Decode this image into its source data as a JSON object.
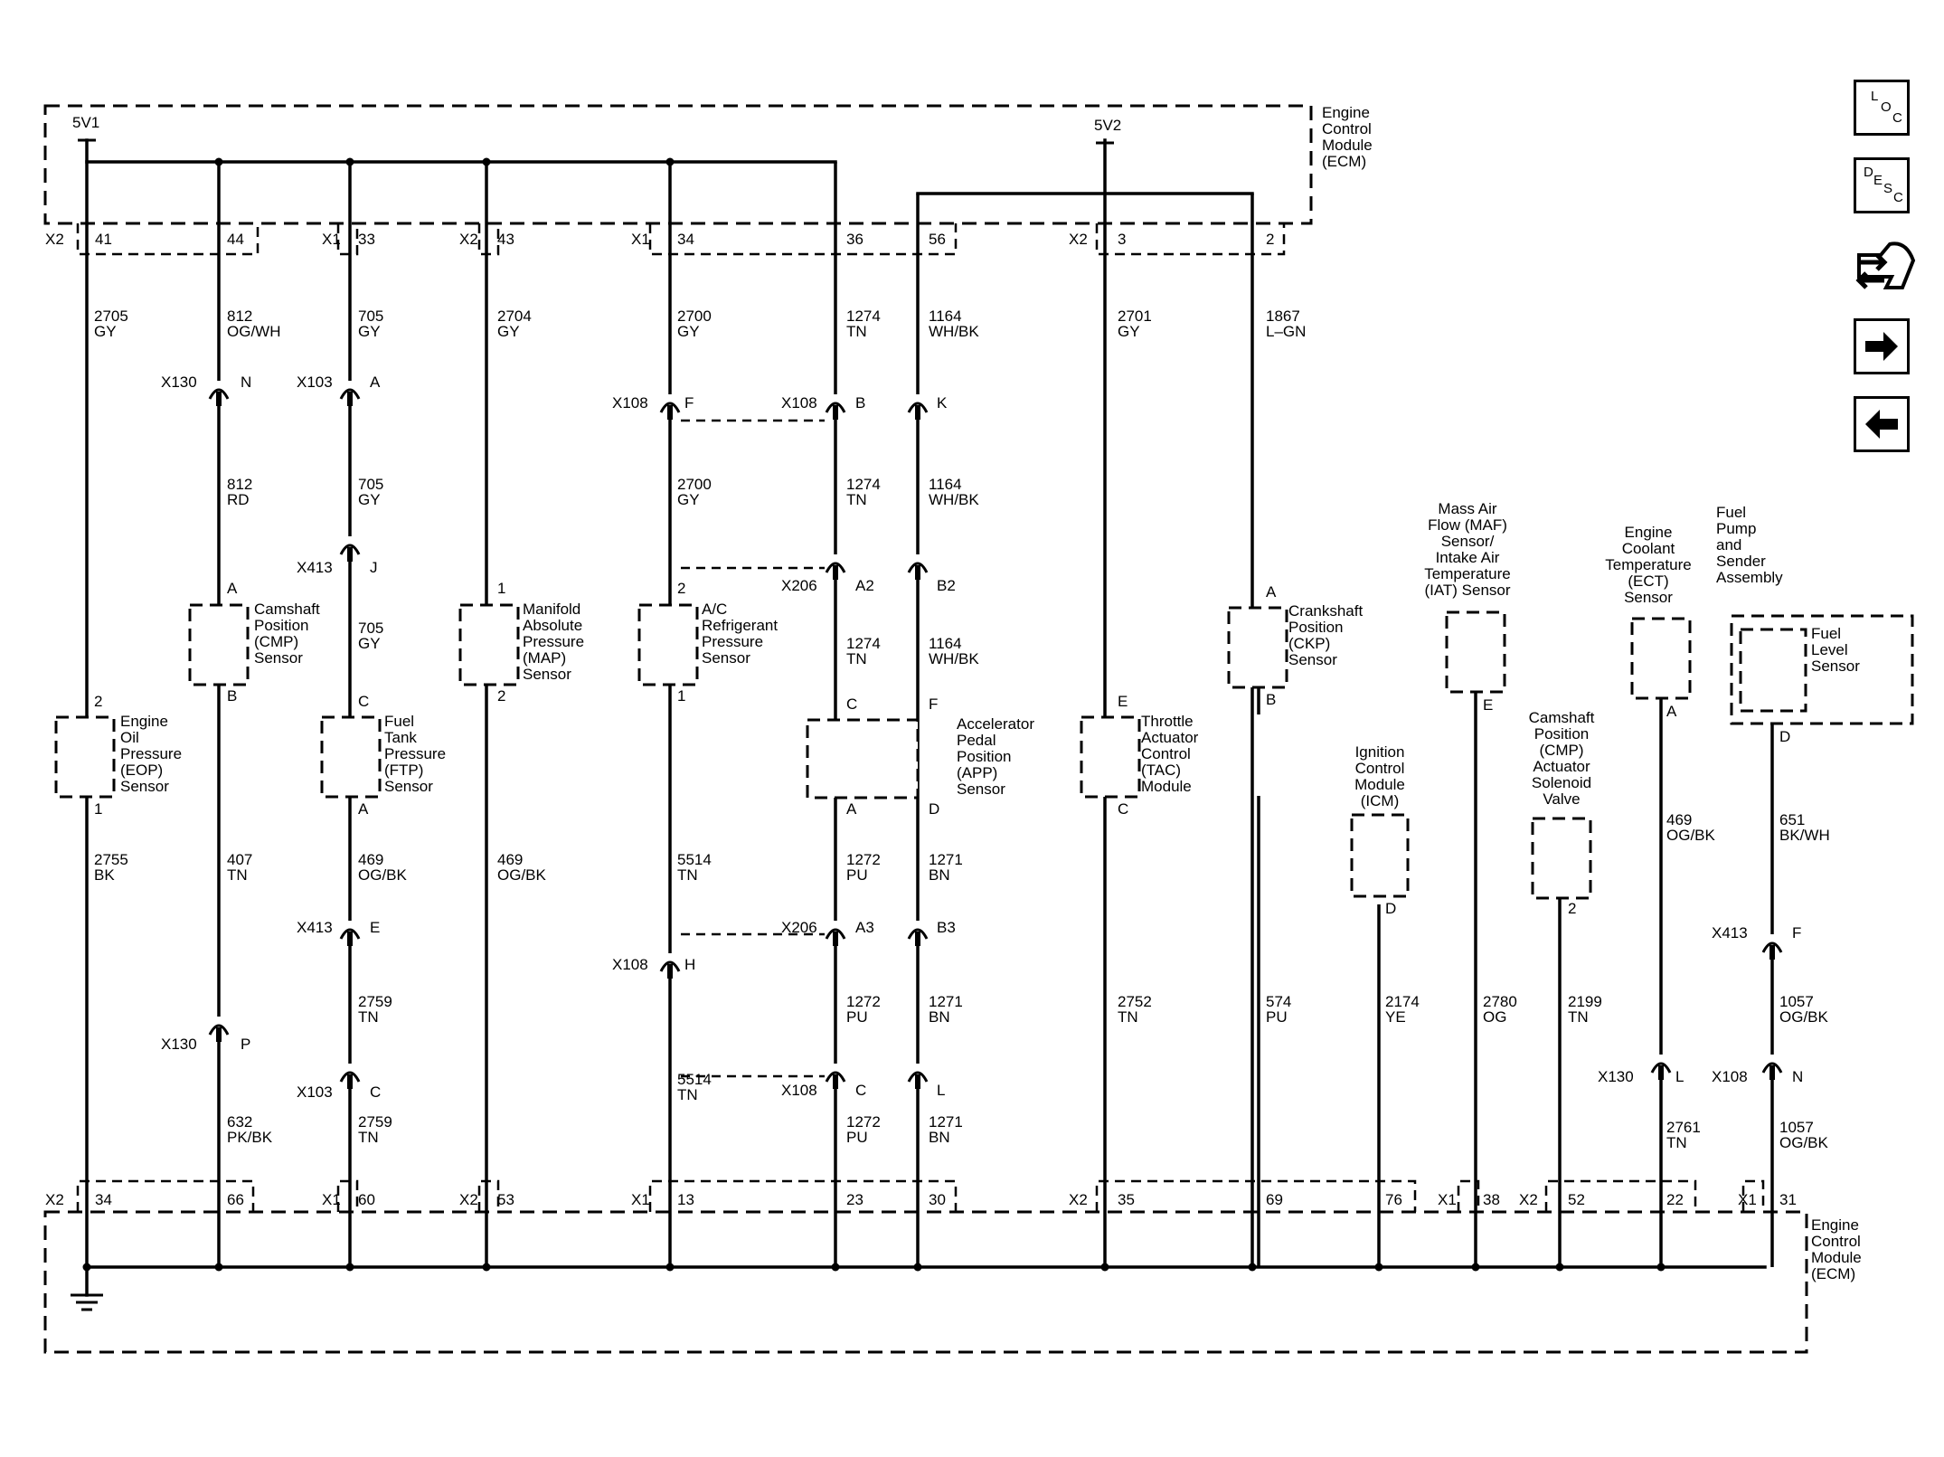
{
  "ecm": {
    "top_lines": [
      "Engine",
      "Control",
      "Module",
      "(ECM)"
    ],
    "bottom_lines": [
      "Engine",
      "Control",
      "Module",
      "(ECM)"
    ],
    "supply_1": "5V1",
    "supply_2": "5V2"
  },
  "top_connectors": [
    {
      "label": "X2",
      "pins": [
        "41",
        "44"
      ]
    },
    {
      "label": "X1",
      "pins": [
        "33"
      ]
    },
    {
      "label": "X2",
      "pins": [
        "43"
      ]
    },
    {
      "label": "X1",
      "pins": [
        "34",
        "36",
        "56"
      ]
    },
    {
      "label": "X2",
      "pins": [
        "3",
        "2"
      ]
    }
  ],
  "bottom_connectors": [
    {
      "label": "X2",
      "pins": [
        "34",
        "66"
      ]
    },
    {
      "label": "X1",
      "pins": [
        "60"
      ]
    },
    {
      "label": "X2",
      "pins": [
        "53"
      ]
    },
    {
      "label": "X1",
      "pins": [
        "13",
        "23",
        "30"
      ]
    },
    {
      "label": "X2",
      "pins": [
        "35",
        "69",
        "76"
      ]
    },
    {
      "label": "X1",
      "pins": [
        "38"
      ]
    },
    {
      "label": "X2",
      "pins": [
        "52",
        "22"
      ]
    },
    {
      "label": "X1",
      "pins": [
        "31"
      ]
    }
  ],
  "components": [
    {
      "id": "eop",
      "lines": [
        "Engine",
        "Oil",
        "Pressure",
        "(EOP)",
        "Sensor"
      ],
      "pins": [
        "2",
        "1"
      ]
    },
    {
      "id": "cmp",
      "lines": [
        "Camshaft",
        "Position",
        "(CMP)",
        "Sensor"
      ],
      "pins": [
        "A",
        "B"
      ]
    },
    {
      "id": "ftp",
      "lines": [
        "Fuel",
        "Tank",
        "Pressure",
        "(FTP)",
        "Sensor"
      ],
      "pins": [
        "C",
        "A"
      ]
    },
    {
      "id": "map",
      "lines": [
        "Manifold",
        "Absolute",
        "Pressure",
        "(MAP)",
        "Sensor"
      ],
      "pins": [
        "1",
        "2"
      ]
    },
    {
      "id": "acp",
      "lines": [
        "A/C",
        "Refrigerant",
        "Pressure",
        "Sensor"
      ],
      "pins": [
        "2",
        "1"
      ]
    },
    {
      "id": "app",
      "lines": [
        "Accelerator",
        "Pedal",
        "Position",
        "(APP)",
        "Sensor"
      ],
      "pins": [
        "C",
        "F",
        "A",
        "D"
      ]
    },
    {
      "id": "tac",
      "lines": [
        "Throttle",
        "Actuator",
        "Control",
        "(TAC)",
        "Module"
      ],
      "pins": [
        "E",
        "C"
      ]
    },
    {
      "id": "ckp",
      "lines": [
        "Crankshaft",
        "Position",
        "(CKP)",
        "Sensor"
      ],
      "pins": [
        "A",
        "B"
      ]
    },
    {
      "id": "icm",
      "lines": [
        "Ignition",
        "Control",
        "Module",
        "(ICM)"
      ],
      "pins": [
        "D"
      ]
    },
    {
      "id": "maf",
      "lines": [
        "Mass Air",
        "Flow (MAF)",
        "Sensor/",
        "Intake Air",
        "Temperature",
        "(IAT) Sensor"
      ],
      "pins": [
        "E"
      ]
    },
    {
      "id": "cmpv",
      "lines": [
        "Camshaft",
        "Position",
        "(CMP)",
        "Actuator",
        "Solenoid",
        "Valve"
      ],
      "pins": [
        "2"
      ]
    },
    {
      "id": "ect",
      "lines": [
        "Engine",
        "Coolant",
        "Temperature",
        "(ECT)",
        "Sensor"
      ],
      "pins": [
        "A"
      ]
    },
    {
      "id": "fuel",
      "lines": [
        "Fuel",
        "Pump",
        "and",
        "Sender",
        "Assembly"
      ],
      "sub_lines": [
        "Fuel",
        "Level",
        "Sensor"
      ],
      "pins": [
        "D"
      ]
    }
  ],
  "wire_labels": [
    {
      "circuit": "2705",
      "color": "GY"
    },
    {
      "circuit": "812",
      "color": "OG/WH"
    },
    {
      "circuit": "705",
      "color": "GY"
    },
    {
      "circuit": "2704",
      "color": "GY"
    },
    {
      "circuit": "2700",
      "color": "GY"
    },
    {
      "circuit": "1274",
      "color": "TN"
    },
    {
      "circuit": "1164",
      "color": "WH/BK"
    },
    {
      "circuit": "2701",
      "color": "GY"
    },
    {
      "circuit": "1867",
      "color": "L–GN"
    },
    {
      "circuit": "812",
      "color": "RD"
    },
    {
      "circuit": "705",
      "color": "GY"
    },
    {
      "circuit": "2700",
      "color": "GY"
    },
    {
      "circuit": "1274",
      "color": "TN"
    },
    {
      "circuit": "1164",
      "color": "WH/BK"
    },
    {
      "circuit": "705",
      "color": "GY"
    },
    {
      "circuit": "1274",
      "color": "TN"
    },
    {
      "circuit": "1164",
      "color": "WH/BK"
    },
    {
      "circuit": "2755",
      "color": "BK"
    },
    {
      "circuit": "407",
      "color": "TN"
    },
    {
      "circuit": "469",
      "color": "OG/BK"
    },
    {
      "circuit": "469",
      "color": "OG/BK"
    },
    {
      "circuit": "5514",
      "color": "TN"
    },
    {
      "circuit": "1272",
      "color": "PU"
    },
    {
      "circuit": "1271",
      "color": "BN"
    },
    {
      "circuit": "2759",
      "color": "TN"
    },
    {
      "circuit": "1272",
      "color": "PU"
    },
    {
      "circuit": "1271",
      "color": "BN"
    },
    {
      "circuit": "2752",
      "color": "TN"
    },
    {
      "circuit": "574",
      "color": "PU"
    },
    {
      "circuit": "2174",
      "color": "YE"
    },
    {
      "circuit": "2780",
      "color": "OG"
    },
    {
      "circuit": "2199",
      "color": "TN"
    },
    {
      "circuit": "469",
      "color": "OG/BK"
    },
    {
      "circuit": "651",
      "color": "BK/WH"
    },
    {
      "circuit": "1057",
      "color": "OG/BK"
    },
    {
      "circuit": "5514",
      "color": "TN"
    },
    {
      "circuit": "632",
      "color": "PK/BK"
    },
    {
      "circuit": "2759",
      "color": "TN"
    },
    {
      "circuit": "1272",
      "color": "PU"
    },
    {
      "circuit": "1271",
      "color": "BN"
    },
    {
      "circuit": "2761",
      "color": "TN"
    },
    {
      "circuit": "1057",
      "color": "OG/BK"
    }
  ],
  "inline_connectors": [
    {
      "name": "X130",
      "pin": "N"
    },
    {
      "name": "X103",
      "pin": "A"
    },
    {
      "name": "X108",
      "pin": "F"
    },
    {
      "name": "X108",
      "pins": [
        "B",
        "K"
      ]
    },
    {
      "name": "X413",
      "pin": "J"
    },
    {
      "name": "X206",
      "pins": [
        "A2",
        "B2"
      ]
    },
    {
      "name": "X413",
      "pin": "E"
    },
    {
      "name": "X206",
      "pins": [
        "A3",
        "B3"
      ]
    },
    {
      "name": "X413",
      "pin": "F"
    },
    {
      "name": "X108",
      "pin": "H"
    },
    {
      "name": "X130",
      "pin": "P"
    },
    {
      "name": "X103",
      "pin": "C"
    },
    {
      "name": "X108",
      "pins": [
        "C",
        "L"
      ]
    },
    {
      "name": "X130",
      "pin": "L"
    },
    {
      "name": "X108",
      "pin": "N"
    }
  ],
  "side_nav": {
    "loc": [
      "L",
      "O",
      "C"
    ],
    "desc": [
      "D",
      "E",
      "S",
      "C"
    ],
    "icons": [
      "connector-tool-icon",
      "arrow-right-icon",
      "arrow-left-icon"
    ]
  }
}
